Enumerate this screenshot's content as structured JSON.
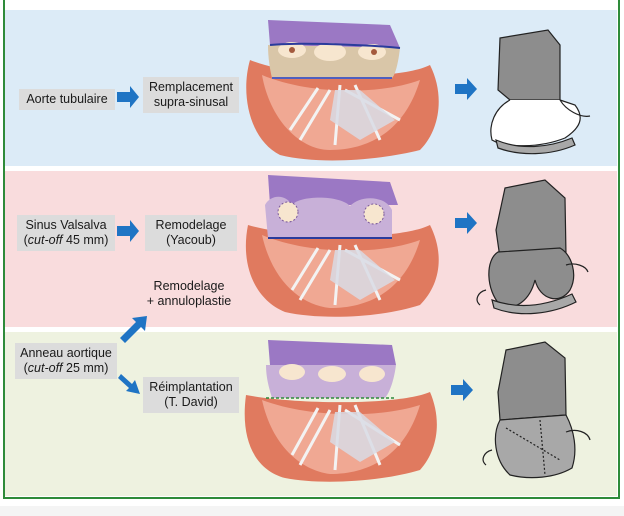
{
  "rows": [
    {
      "anatomy": {
        "line1": "Aorte tubulaire"
      },
      "procedure": {
        "line1": "Remplacement",
        "line2": "supra-sinusal"
      }
    },
    {
      "anatomy": {
        "line1": "Sinus Valsalva",
        "cutoff_label": "cut-off",
        "cutoff_value": "45 mm"
      },
      "procedure": {
        "line1": "Remodelage",
        "line2": "(Yacoub)"
      },
      "extra_procedure": {
        "line1": "Remodelage",
        "line2": "+ annuloplastie"
      }
    },
    {
      "anatomy": {
        "line1": "Anneau aortique",
        "cutoff_label": "cut-off",
        "cutoff_value": "25 mm"
      },
      "procedure": {
        "line1": "Réimplantation",
        "line2": "(T. David)"
      }
    }
  ],
  "colors": {
    "frame": "#2e8b3a",
    "band_blue": "#dcebf7",
    "band_pink": "#f9dcdd",
    "band_green": "#eef2e0",
    "arrow": "#1f74c4",
    "label_box": "#dcdcdc",
    "graft_purple": "#9b78c4",
    "tissue_red": "#e07a5f"
  },
  "icons": [
    "right-arrow-icon",
    "up-right-arrow-icon",
    "down-right-arrow-icon"
  ]
}
